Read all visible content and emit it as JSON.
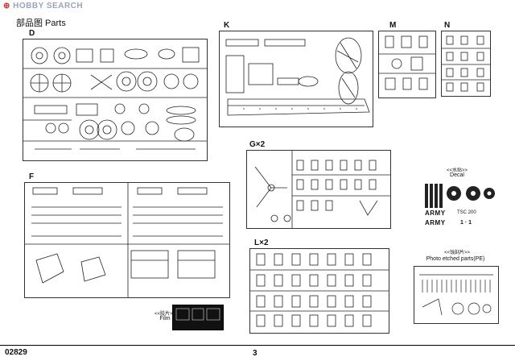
{
  "watermark": {
    "mark": "⊕",
    "text": "HOBBY SEARCH"
  },
  "page_title": "部品图 Parts",
  "sections": {
    "D": "D",
    "K": "K",
    "M": "M",
    "N": "N",
    "G": "G×2",
    "F": "F",
    "L": "L×2"
  },
  "decal": {
    "cn": "<<水贴>>",
    "en": "Decal",
    "army1": "ARMY",
    "army2": "ARMY",
    "code": "TSC 200",
    "num": "1 · 1"
  },
  "film": {
    "cn": "<<胶片>>",
    "en": "Film"
  },
  "pe": {
    "cn": "<<蚀刻片>>",
    "en": "Photo etched parts(PE)"
  },
  "footer": {
    "code": "02829",
    "page": "3"
  }
}
